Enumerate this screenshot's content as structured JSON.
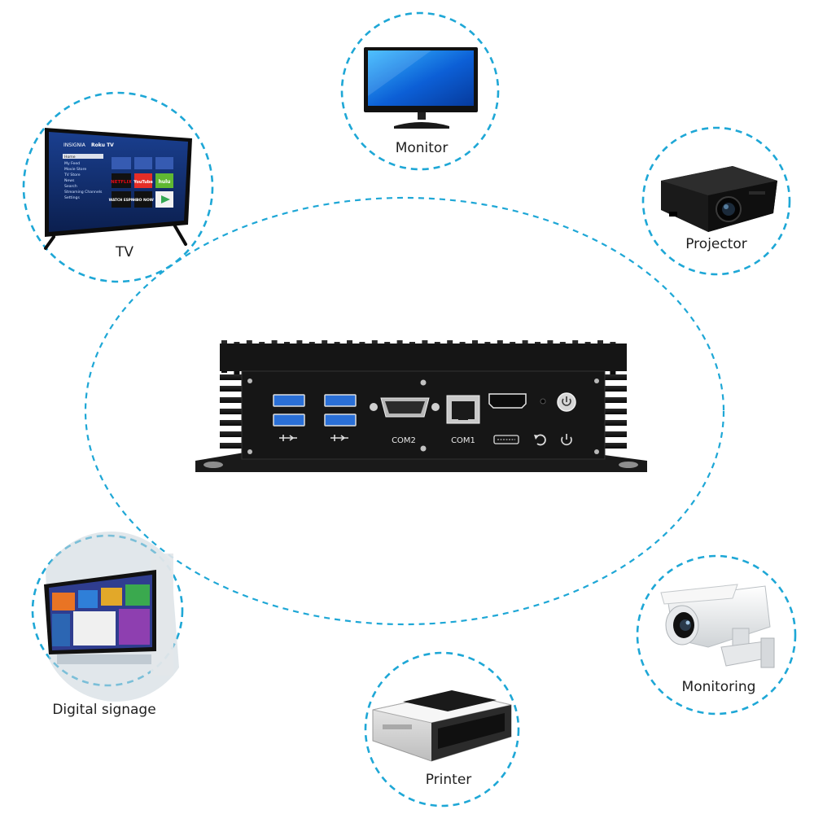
{
  "colors": {
    "dashed_circle": "#1ea7d6",
    "device_body": "#121212",
    "label_text": "#1f1f1f"
  },
  "devices": [
    {
      "id": "monitor",
      "label": "Monitor",
      "icon": "monitor-icon"
    },
    {
      "id": "tv",
      "label": "TV",
      "icon": "tv-icon"
    },
    {
      "id": "projector",
      "label": "Projector",
      "icon": "projector-icon"
    },
    {
      "id": "digital-signage",
      "label": "Digital signage",
      "icon": "digital-signage-icon"
    },
    {
      "id": "monitoring",
      "label": "Monitoring",
      "icon": "security-camera-icon"
    },
    {
      "id": "printer",
      "label": "Printer",
      "icon": "printer-icon"
    }
  ],
  "mini_pc": {
    "icon": "fanless-mini-pc-icon",
    "ports": {
      "com2": "COM2",
      "com1": "COM1"
    },
    "port_icons": [
      "usb3-port-icon",
      "rs232-port-icon",
      "ethernet-port-icon",
      "hdmi-port-icon",
      "reset-icon",
      "power-button-icon"
    ]
  },
  "tv_screen": {
    "brand": "INSIGNIA",
    "os": "Roku TV",
    "menu": [
      "Home",
      "My Feed",
      "Movie Store",
      "TV Store",
      "News",
      "Search",
      "Streaming Channels",
      "Settings"
    ],
    "tiles": [
      "NETFLIX",
      "YouTube",
      "hulu",
      "WATCH ESPN",
      "HBO NOW"
    ]
  }
}
